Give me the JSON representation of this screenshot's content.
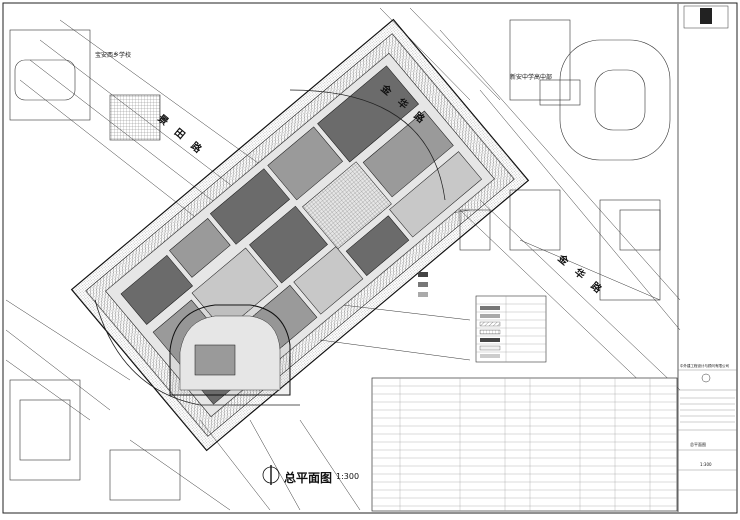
{
  "drawing": {
    "title": "总平面图",
    "scale": "1:300"
  },
  "labels": {
    "school_west": "宝安西乡学校",
    "school_east": "新安中学高中部",
    "road_north": "金 华 路",
    "road_west": "景 田 路",
    "road_east": "金 华 路"
  },
  "title_block": {
    "company": "中外建工程设计与顾问有限公司",
    "project": "总平面图",
    "scale_text": "1:300"
  },
  "colors": {
    "line": "#111111",
    "hatch": "#555555",
    "building_dark": "#6b6b6b",
    "building_mid": "#9a9a9a",
    "building_light": "#c8c8c8",
    "paper": "#ffffff"
  }
}
